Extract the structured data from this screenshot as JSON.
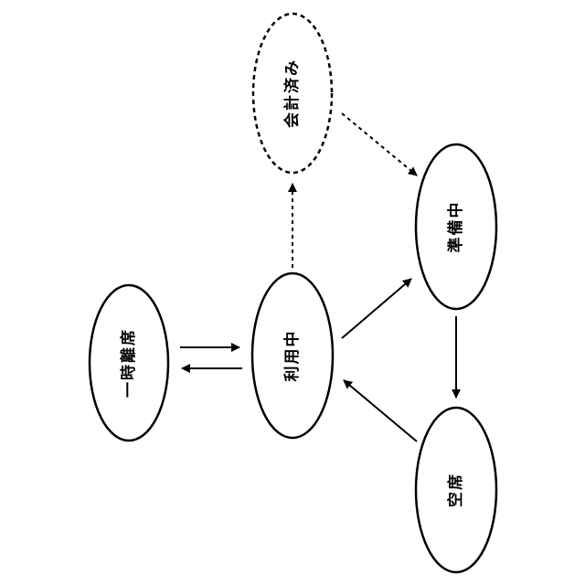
{
  "colors": {
    "stroke": "#000000",
    "background": "#ffffff"
  },
  "nodes": {
    "ichiji_riseki": {
      "label": "一時離席"
    },
    "riyouchu": {
      "label": "利用中"
    },
    "kaikei_zumi": {
      "label": "会計済み"
    },
    "junbichu": {
      "label": "準備中"
    },
    "kuuseki": {
      "label": "空席"
    }
  }
}
